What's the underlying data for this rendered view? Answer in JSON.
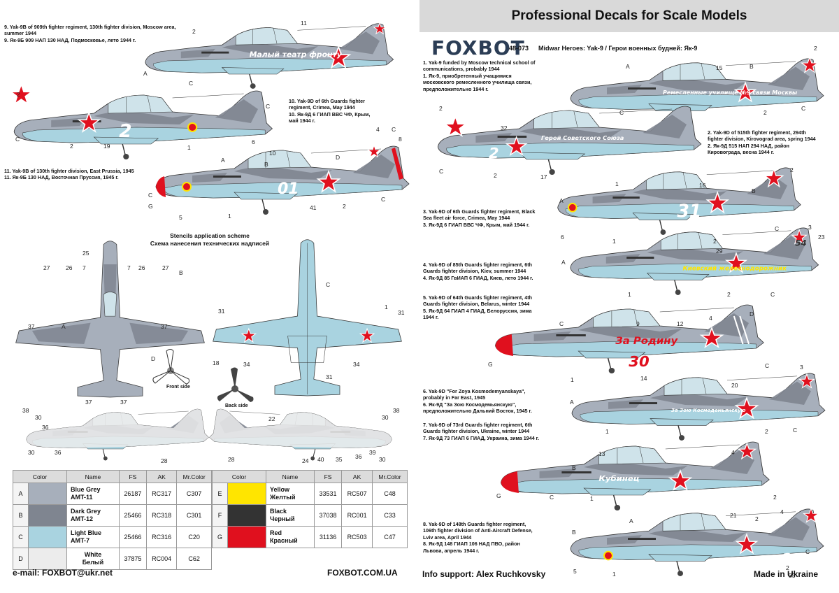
{
  "header": {
    "title": "Professional Decals for Scale Models",
    "brand": "FOXBOT",
    "code": "48-073",
    "subtitle": "Midwar Heroes: Yak-9 / Герои военных будней: Як-9"
  },
  "left_captions": [
    {
      "en": "9. Yak-9B of 909th fighter regiment, 130th fighter division, Moscow area, summer 1944",
      "ru": "9. Як-9Б 909 НАП 130 НАД, Подмосковье, лето 1944 г."
    },
    {
      "en": "10. Yak-9D of 6th Guards fighter regiment, Crimea, May 1944",
      "ru": "10. Як-9Д 6 ГИАП ВВС ЧФ, Крым, май 1944 г."
    },
    {
      "en": "11. Yak-9B of 130th fighter division, East Prussia, 1945",
      "ru": "11. Як-9Б 130 НАД, Восточная Пруссия, 1945 г."
    }
  ],
  "right_captions": [
    {
      "en": "1. Yak-9 funded by Moscow technical school of communications, probably 1944",
      "ru": "1. Як-9, приобретенный учащимися московского ремесленного училища связи, предположительно 1944 г."
    },
    {
      "en": "2. Yak-9D of 515th fighter regiment, 294th fighter division, Kirovograd area, spring 1944",
      "ru": "2. Як-9Д 515 НАП 294 НАД, район Кировограда, весна 1944 г."
    },
    {
      "en": "3. Yak-9D of 6th Guards fighter regiment, Black Sea fleet air force, Crimea, May 1944",
      "ru": "3. Як-9Д 6 ГИАП ВВС ЧФ, Крым, май 1944 г."
    },
    {
      "en": "4. Yak-9D of 85th Guards fighter regiment, 6th Guards fighter division, Kiev, summer 1944",
      "ru": "4. Як-9Д 85 ГвИАП 6 ГИАД, Киев, лето 1944 г."
    },
    {
      "en": "5. Yak-9D of 64th Guards fighter regiment, 4th Guards fighter division, Belarus, winter 1944",
      "ru": "5. Як-9Д 64 ГИАП 4 ГИАД, Белоруссия, зима 1944 г."
    },
    {
      "en": "6. Yak-9D \"For Zoya Kosmodemyanskaya\", probably in Far East, 1945",
      "ru": "6. Як-9Д \"За Зою Космодемьянскую\", предположительно Дальний Восток, 1945 г."
    },
    {
      "en": "7. Yak-9D of 73rd Guards fighter regiment, 6th Guards fighter division, Ukraine, winter 1944",
      "ru": "7. Як-9Д 73 ГИАП 6 ГИАД, Украина, зима 1944 г."
    },
    {
      "en": "8. Yak-9D of 148th Guards fighter regiment, 106th fighter division of Anti-Aircraft Defense, Lviv area, April 1944",
      "ru": "8. Як-9Д 148 ГИАП 106 НАД ПВО, район Львова, апрель 1944 г."
    }
  ],
  "stencils": {
    "title_en": "Stencils application scheme",
    "title_ru": "Схема нанесения технических надписей",
    "front_side": "Front side",
    "back_side": "Back side"
  },
  "plane_inscriptions": {
    "p9": "Малый театр фронту",
    "p9_code": "2",
    "p10_code": "01",
    "p1": "Ремесленные училище №9 связи Москвы",
    "p2": "Герой Советского Союза",
    "p3": "31",
    "p4": "Киевский железнодорожник",
    "p4_code": "54",
    "p5": "За Родину",
    "p5_code": "30",
    "p6": "За Зою Космодемьянскую",
    "p7": "Кубинец",
    "p8": "2"
  },
  "color_table": {
    "headers": [
      "Color",
      "Name",
      "FS",
      "AK",
      "Mr.Color"
    ],
    "left_rows": [
      {
        "letter": "A",
        "swatch": "#a7afbb",
        "name1": "Blue Grey",
        "name2": "AMT-11",
        "fs": "26187",
        "ak": "RC317",
        "mr": "C307"
      },
      {
        "letter": "B",
        "swatch": "#7f8590",
        "name1": "Dark Grey",
        "name2": "AMT-12",
        "fs": "25466",
        "ak": "RC318",
        "mr": "C301"
      },
      {
        "letter": "C",
        "swatch": "#a9d3e0",
        "name1": "Light Blue",
        "name2": "AMT-7",
        "fs": "25466",
        "ak": "RC316",
        "mr": "C20"
      },
      {
        "letter": "D",
        "swatch": "#ececec",
        "name1": "White",
        "name2": "Белый",
        "fs": "37875",
        "ak": "RC004",
        "mr": "C62"
      }
    ],
    "right_rows": [
      {
        "letter": "E",
        "swatch": "#ffe500",
        "name1": "Yellow",
        "name2": "Желтый",
        "fs": "33531",
        "ak": "RC507",
        "mr": "C48"
      },
      {
        "letter": "F",
        "swatch": "#333333",
        "name1": "Black",
        "name2": "Черный",
        "fs": "37038",
        "ak": "RC001",
        "mr": "C33"
      },
      {
        "letter": "G",
        "swatch": "#e0101e",
        "name1": "Red",
        "name2": "Красный",
        "fs": "31136",
        "ak": "RC503",
        "mr": "C47"
      }
    ]
  },
  "footer": {
    "email": "e-mail: FOXBOT@ukr.net",
    "site": "FOXBOT.COM.UA",
    "info": "Info support: Alex Ruchkovsky",
    "made": "Made in Ukraine"
  },
  "colors": {
    "blue_grey": "#a7afbb",
    "dark_grey": "#7f8590",
    "light_blue": "#a9d3e0",
    "red": "#e0101e",
    "brand": "#2b3d55"
  }
}
